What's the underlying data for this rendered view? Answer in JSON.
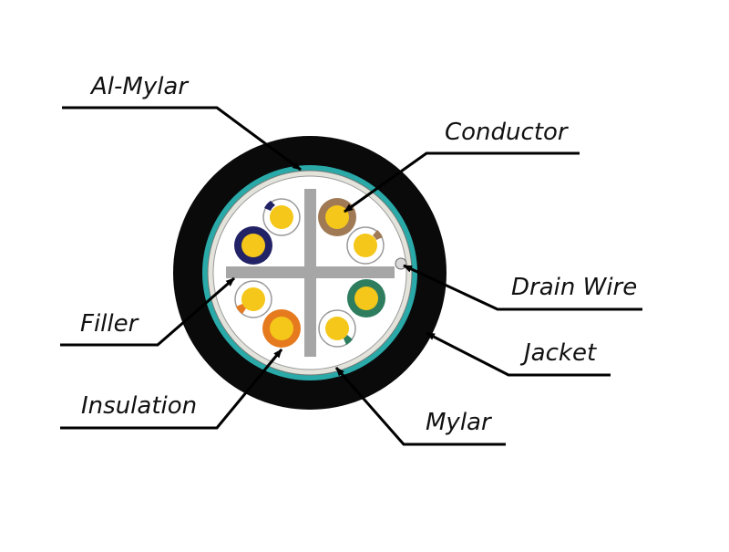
{
  "diagram": {
    "labels": {
      "al_mylar": "Al-Mylar",
      "conductor": "Conductor",
      "drain_wire": "Drain Wire",
      "filler": "Filler",
      "jacket": "Jacket",
      "insulation": "Insulation",
      "mylar": "Mylar"
    },
    "colors": {
      "jacket": "#0a0a0a",
      "al_mylar": "#2aa9a9",
      "mylar": "#e3e3dc",
      "filler": "#a6a6a6",
      "conductor": "#f5c71a",
      "pair_blue": "#222266",
      "pair_brown": "#a07a55",
      "pair_green": "#2e7d5e",
      "pair_orange": "#e67a1e",
      "insulation_white": "#ffffff",
      "leader_line": "#000000"
    }
  }
}
